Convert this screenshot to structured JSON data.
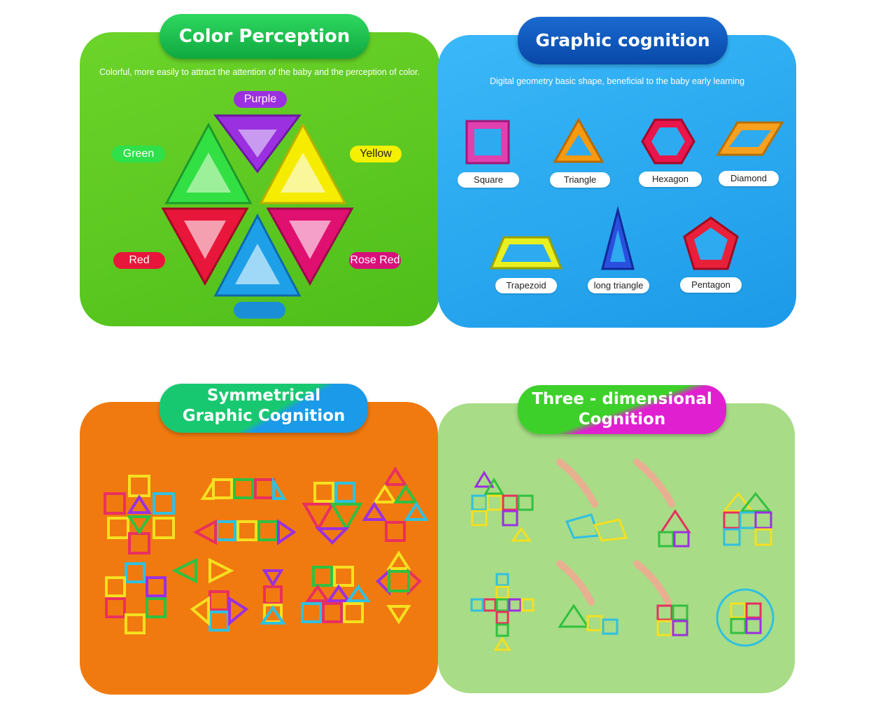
{
  "panels": {
    "color": {
      "title": "Color Perception",
      "subtitle": "Colorful, more easily to attract the attention of the baby and the perception of color.",
      "tags": {
        "purple": "Purple",
        "green": "Green",
        "yellow": "Yellow",
        "red": "Red",
        "rose_red": "Rose Red",
        "blue": ""
      },
      "colors": {
        "panel_bg": "#5cc81e",
        "purple": "#9b30e0",
        "green": "#2ee04a",
        "yellow": "#f5f000",
        "red": "#e8163a",
        "rose_red": "#d8107a",
        "blue": "#1a8fd8"
      }
    },
    "graphic": {
      "title": "Graphic cognition",
      "subtitle": "Digital geometry basic shape, beneficial to the baby early learning",
      "shapes": [
        "Square",
        "Triangle",
        "Hexagon",
        "Diamond",
        "Trapezoid",
        "long triangle",
        "Pentagon"
      ],
      "colors": {
        "panel_bg": "#2eaaf0",
        "title_bg": "#0a58b8"
      }
    },
    "symmetric": {
      "title_line1": "Symmetrical",
      "title_line2": "Graphic Cognition",
      "colors": {
        "panel_bg": "#f07a10"
      }
    },
    "three_d": {
      "title_line1": "Three - dimensional",
      "title_line2": "Cognition",
      "colors": {
        "panel_bg": "#a8dc86",
        "title_top": "#3ed02a",
        "title_bottom": "#e020d0"
      }
    }
  }
}
